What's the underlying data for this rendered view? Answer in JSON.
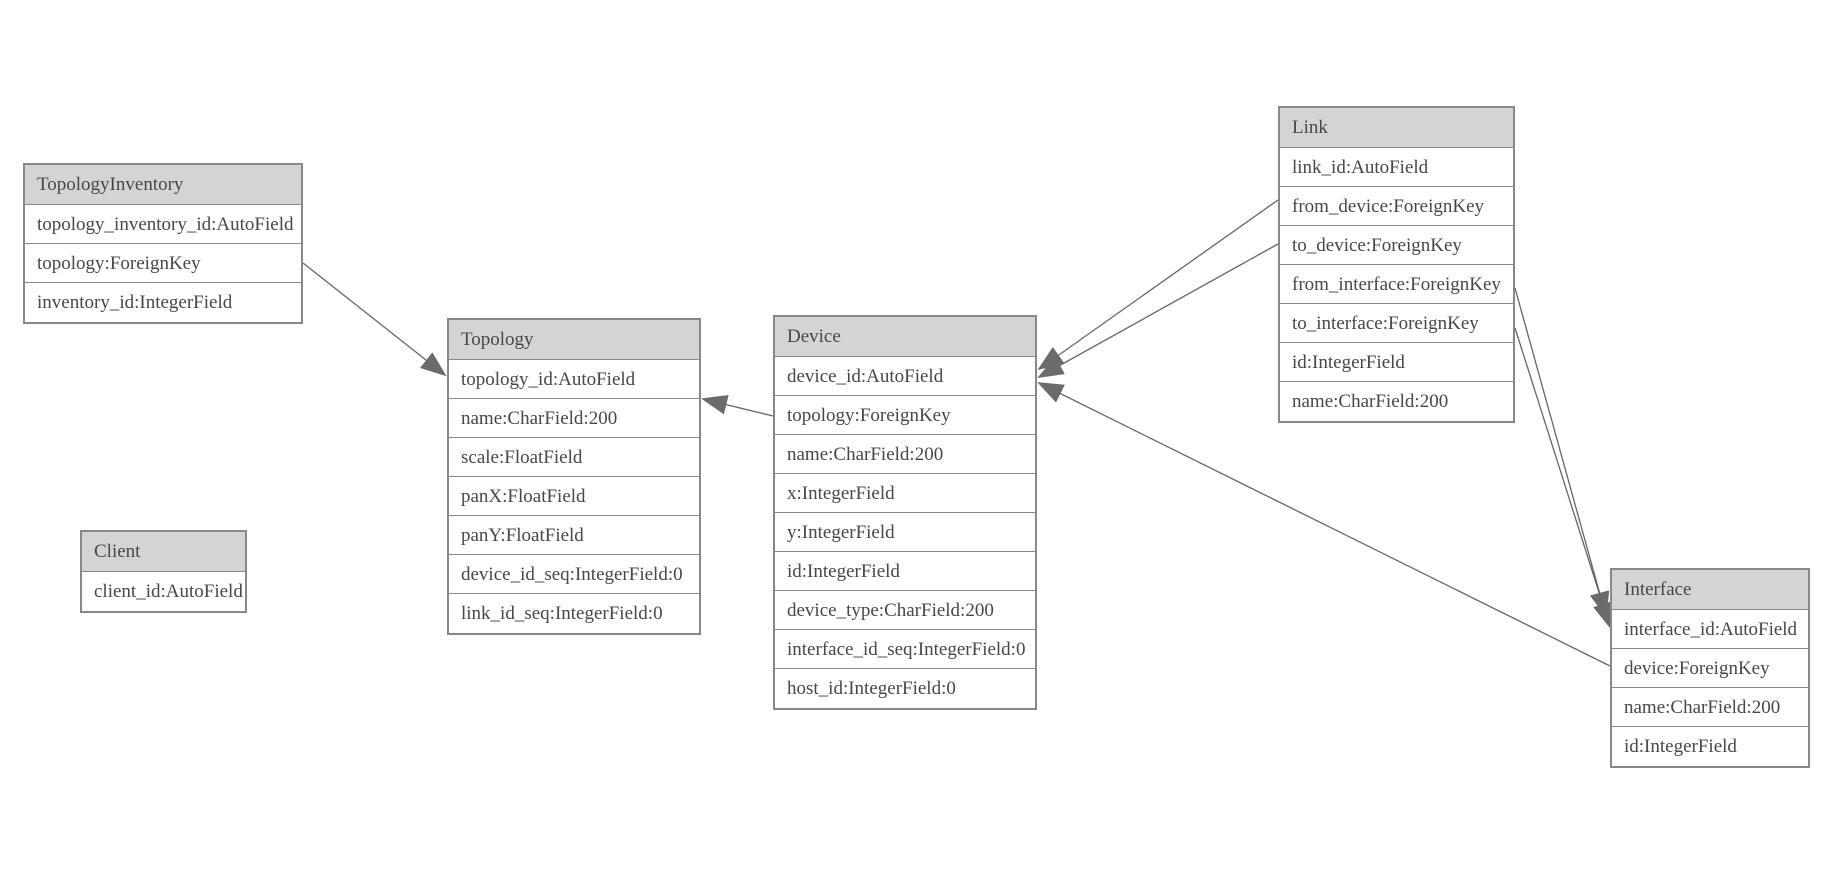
{
  "diagram": {
    "kind": "entity-relationship-model-diagram",
    "background": "#ffffff"
  },
  "colors": {
    "header_fill": "#d4d4d4",
    "row_fill": "#ffffff",
    "border": "#888888",
    "text": "#474747",
    "connector_line": "#666666",
    "arrowhead_fill": "#6b6b6b"
  },
  "entities": [
    {
      "name": "TopologyInventory",
      "fields": [
        "topology_inventory_id:AutoField",
        "topology:ForeignKey",
        "inventory_id:IntegerField"
      ]
    },
    {
      "name": "Topology",
      "fields": [
        "topology_id:AutoField",
        "name:CharField:200",
        "scale:FloatField",
        "panX:FloatField",
        "panY:FloatField",
        "device_id_seq:IntegerField:0",
        "link_id_seq:IntegerField:0"
      ]
    },
    {
      "name": "Client",
      "fields": [
        "client_id:AutoField"
      ]
    },
    {
      "name": "Device",
      "fields": [
        "device_id:AutoField",
        "topology:ForeignKey",
        "name:CharField:200",
        "x:IntegerField",
        "y:IntegerField",
        "id:IntegerField",
        "device_type:CharField:200",
        "interface_id_seq:IntegerField:0",
        "host_id:IntegerField:0"
      ]
    },
    {
      "name": "Link",
      "fields": [
        "link_id:AutoField",
        "from_device:ForeignKey",
        "to_device:ForeignKey",
        "from_interface:ForeignKey",
        "to_interface:ForeignKey",
        "id:IntegerField",
        "name:CharField:200"
      ]
    },
    {
      "name": "Interface",
      "fields": [
        "interface_id:AutoField",
        "device:ForeignKey",
        "name:CharField:200",
        "id:IntegerField"
      ]
    }
  ],
  "relations": [
    {
      "from": "TopologyInventory.topology",
      "to": "Topology"
    },
    {
      "from": "Device.topology",
      "to": "Topology"
    },
    {
      "from": "Link.from_device",
      "to": "Device"
    },
    {
      "from": "Link.to_device",
      "to": "Device"
    },
    {
      "from": "Link.from_interface",
      "to": "Interface"
    },
    {
      "from": "Link.to_interface",
      "to": "Interface"
    },
    {
      "from": "Interface.device",
      "to": "Device"
    }
  ]
}
